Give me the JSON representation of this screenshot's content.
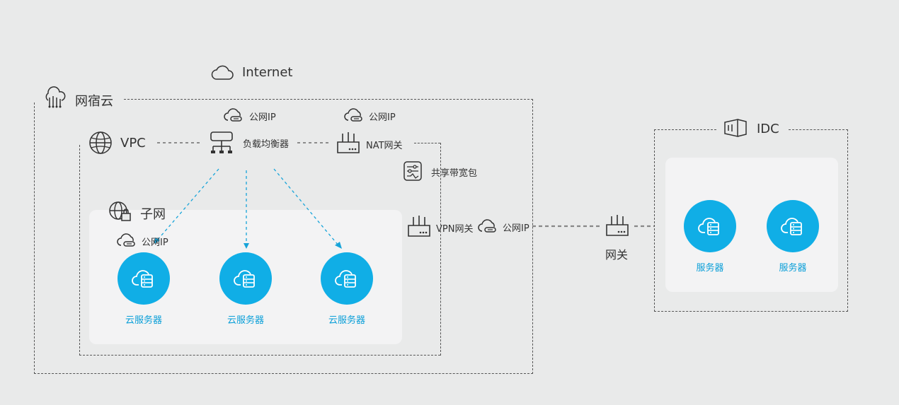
{
  "internet": {
    "label": "Internet"
  },
  "cloud": {
    "label": "网宿云"
  },
  "vpc": {
    "label": "VPC"
  },
  "lb": {
    "label": "负载均衡器",
    "ip_label": "公网IP"
  },
  "nat": {
    "label": "NAT网关",
    "ip_label": "公网IP"
  },
  "bandwidth": {
    "label": "共享带宽包"
  },
  "subnet": {
    "label": "子网",
    "ip_label": "公网IP",
    "servers": [
      {
        "label": "云服务器"
      },
      {
        "label": "云服务器"
      },
      {
        "label": "云服务器"
      }
    ]
  },
  "vpn": {
    "label": "VPN网关",
    "ip_label": "公网IP"
  },
  "gateway": {
    "label": "网关"
  },
  "idc": {
    "label": "IDC",
    "servers": [
      {
        "label": "服务器"
      },
      {
        "label": "服务器"
      }
    ]
  },
  "colors": {
    "accent": "#10aee6",
    "label_blue": "#0a9fd8",
    "line": "#555555",
    "dashed_link": "#888888"
  }
}
